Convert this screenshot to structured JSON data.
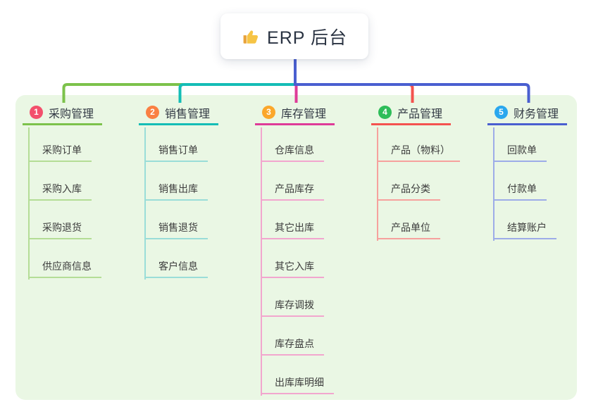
{
  "root": {
    "title": "ERP 后台",
    "icon": "thumbs-up-icon",
    "line_color": "#4A5FD0"
  },
  "panel": {
    "bg_color": "#EAF7E4"
  },
  "branches": [
    {
      "num": "1",
      "label": "采购管理",
      "badge_color": "#F3506C",
      "line_color": "#7CC24B",
      "sub_line_color": "#B4DD96",
      "children": [
        "采购订单",
        "采购入库",
        "采购退货",
        "供应商信息"
      ]
    },
    {
      "num": "2",
      "label": "销售管理",
      "badge_color": "#FA8043",
      "line_color": "#14BDB6",
      "sub_line_color": "#9ADDD8",
      "children": [
        "销售订单",
        "销售出库",
        "销售退货",
        "客户信息"
      ]
    },
    {
      "num": "3",
      "label": "库存管理",
      "badge_color": "#FBA72B",
      "line_color": "#DE3B98",
      "sub_line_color": "#F2A6CE",
      "children": [
        "仓库信息",
        "产品库存",
        "其它出库",
        "其它入库",
        "库存调拨",
        "库存盘点",
        "出库库明细"
      ]
    },
    {
      "num": "4",
      "label": "产品管理",
      "badge_color": "#2EBD59",
      "line_color": "#F4534F",
      "sub_line_color": "#F6A19D",
      "children": [
        "产品（物料）",
        "产品分类",
        "产品单位"
      ]
    },
    {
      "num": "5",
      "label": "财务管理",
      "badge_color": "#2AA7EE",
      "line_color": "#4A5FD0",
      "sub_line_color": "#9DACE8",
      "children": [
        "回款单",
        "付款单",
        "结算账户"
      ]
    }
  ]
}
